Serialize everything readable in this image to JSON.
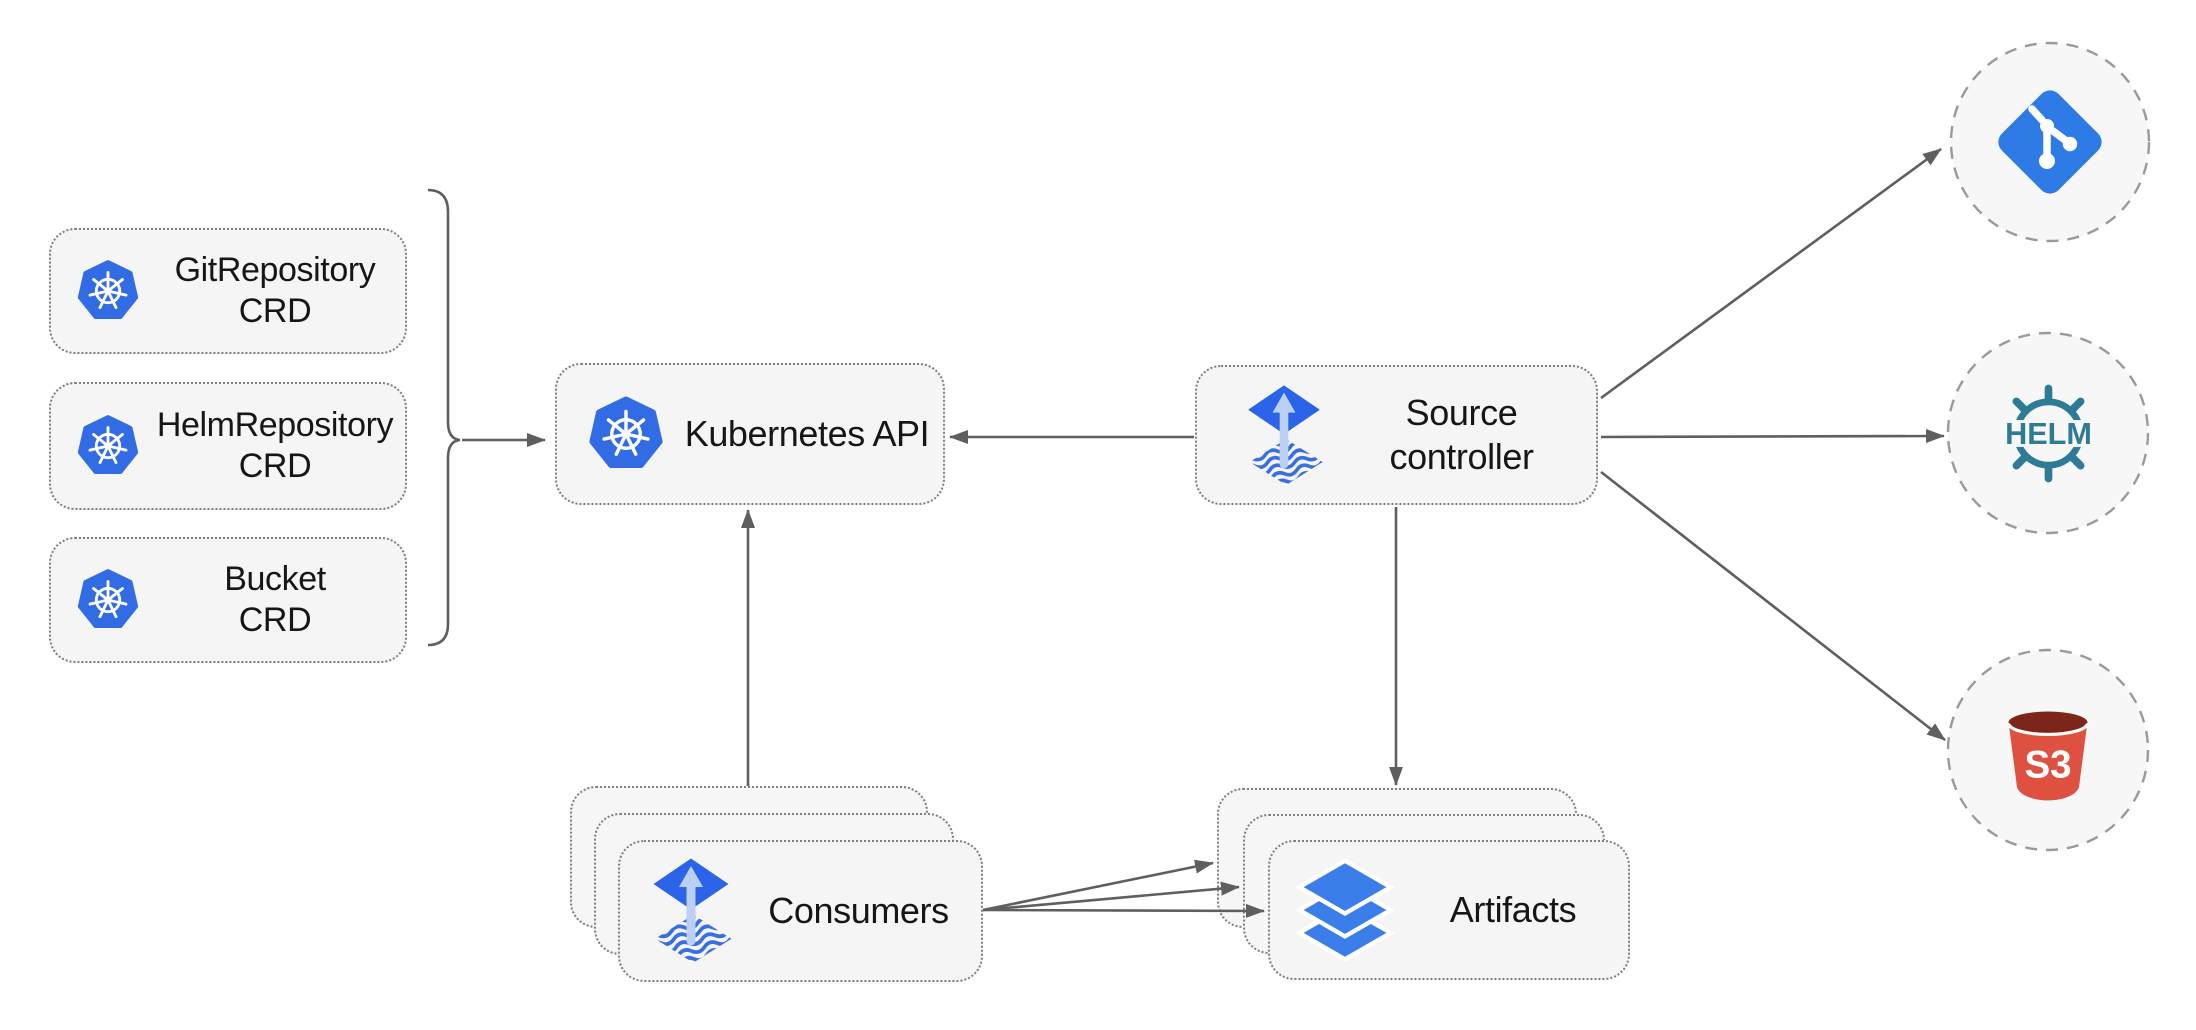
{
  "diagram": {
    "crd_boxes": [
      {
        "name": "GitRepository",
        "type": "CRD",
        "icon": "kubernetes-icon"
      },
      {
        "name": "HelmRepository",
        "type": "CRD",
        "icon": "kubernetes-icon"
      },
      {
        "name": "Bucket",
        "type": "CRD",
        "icon": "kubernetes-icon"
      }
    ],
    "kubernetes_api": {
      "label": "Kubernetes API",
      "icon": "kubernetes-icon"
    },
    "source_controller": {
      "lines": [
        "Source",
        "controller"
      ],
      "icon": "flux-icon"
    },
    "consumers": {
      "label": "Consumers",
      "icon": "flux-icon",
      "stacked": 3
    },
    "artifacts": {
      "label": "Artifacts",
      "icon": "layers-icon",
      "stacked": 3
    },
    "external_sources": [
      {
        "name": "git",
        "icon": "git-icon",
        "text": ""
      },
      {
        "name": "helm",
        "icon": "helm-icon",
        "text": "HELM"
      },
      {
        "name": "s3",
        "icon": "s3-bucket-icon",
        "text": "S3"
      }
    ],
    "colors": {
      "kubernetes_blue": "#326CE5",
      "flux_blue": "#2B64E8",
      "flux_arrow_light": "#BCD0F5",
      "wave_blue": "#3A6FE2",
      "layers_blue": "#3B7DE9",
      "git_blue": "#2F7BE6",
      "helm_teal": "#2E7B96",
      "s3_red": "#DE5140",
      "s3_dark_red": "#7C2518",
      "wire_gray": "#5F5F5F",
      "box_fill": "#F5F5F6",
      "border_gray": "#7F7F7F",
      "text_color": "#161616"
    }
  }
}
